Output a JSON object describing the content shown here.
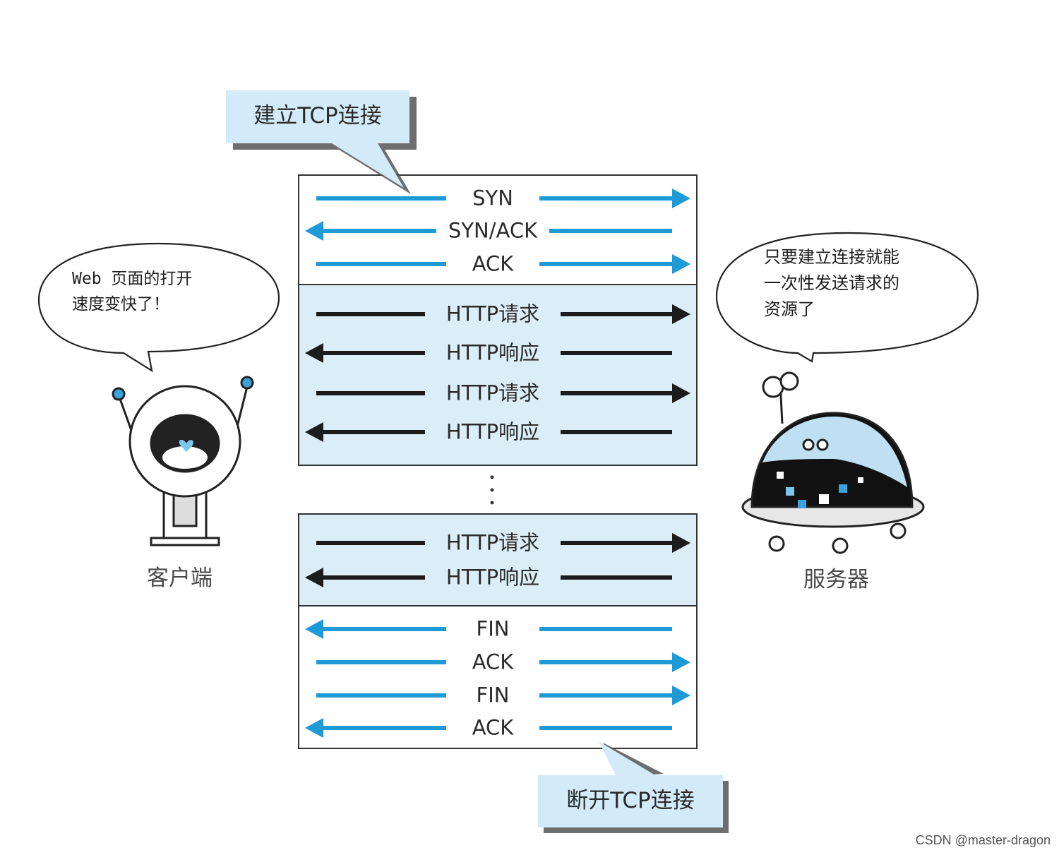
{
  "callouts": {
    "top": "建立TCP连接",
    "bottom": "断开TCP连接"
  },
  "handshake": [
    {
      "label": "SYN",
      "dir": "right"
    },
    {
      "label": "SYN/ACK",
      "dir": "left"
    },
    {
      "label": "ACK",
      "dir": "right"
    }
  ],
  "http_block_1": [
    {
      "label": "HTTP请求",
      "dir": "right"
    },
    {
      "label": "HTTP响应",
      "dir": "left"
    },
    {
      "label": "HTTP请求",
      "dir": "right"
    },
    {
      "label": "HTTP响应",
      "dir": "left"
    }
  ],
  "ellipsis": "⋮",
  "http_block_2": [
    {
      "label": "HTTP请求",
      "dir": "right"
    },
    {
      "label": "HTTP响应",
      "dir": "left"
    }
  ],
  "teardown": [
    {
      "label": "FIN",
      "dir": "left"
    },
    {
      "label": "ACK",
      "dir": "right"
    },
    {
      "label": "FIN",
      "dir": "right"
    },
    {
      "label": "ACK",
      "dir": "left"
    }
  ],
  "client": {
    "caption": "客户端",
    "speech": "Web 页面的打开\n速度变快了！"
  },
  "server": {
    "caption": "服务器",
    "speech": "只要建立连接就能\n一次性发送请求的\n资源了"
  },
  "watermark": "CSDN @master-dragon",
  "colors": {
    "tcp_arrow": "#1e9ad6",
    "http_arrow": "#1c1c1c",
    "http_band": "#dbeef8",
    "callout_bg": "#d3ebf8",
    "callout_shadow": "#555555",
    "box_border": "#333333",
    "robot_accent": "#3aa3dc"
  }
}
